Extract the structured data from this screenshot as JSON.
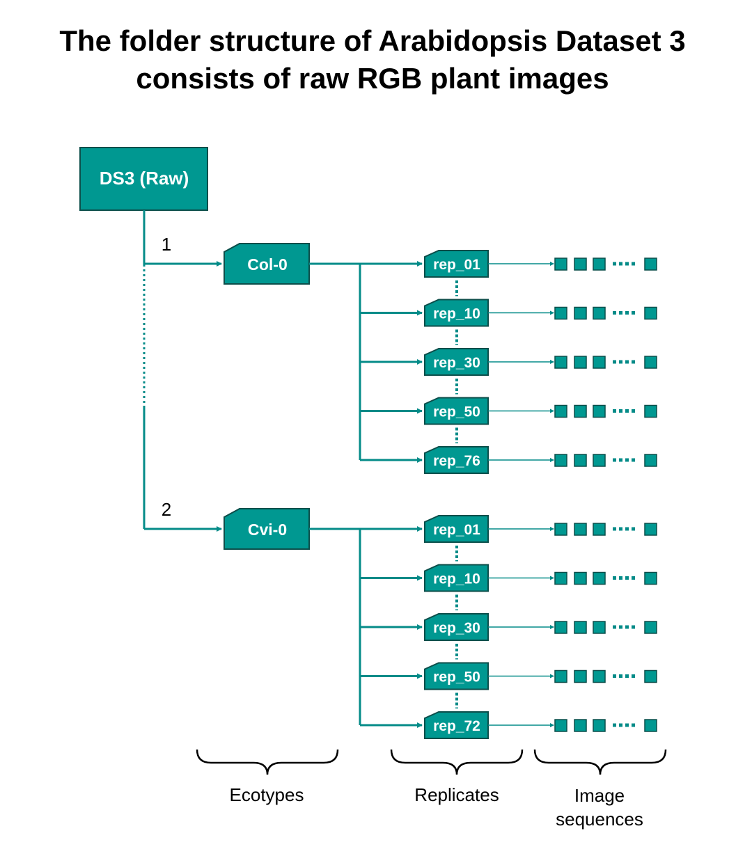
{
  "title": {
    "line1": "The folder structure of Arabidopsis Dataset 3",
    "line2": "consists of raw RGB plant images"
  },
  "root": {
    "label": "DS3 (Raw)"
  },
  "ecotypes": [
    {
      "number": "1",
      "label": "Col-0",
      "replicates": [
        "rep_01",
        "rep_10",
        "rep_30",
        "rep_50",
        "rep_76"
      ]
    },
    {
      "number": "2",
      "label": "Cvi-0",
      "replicates": [
        "rep_01",
        "rep_10",
        "rep_30",
        "rep_50",
        "rep_72"
      ]
    }
  ],
  "braces": {
    "ecotypes": "Ecotypes",
    "replicates": "Replicates",
    "image_sequences_line1": "Image",
    "image_sequences_line2": "sequences"
  },
  "colors": {
    "fill": "#009891",
    "stroke": "#0c4e4a",
    "line": "#048b88"
  }
}
